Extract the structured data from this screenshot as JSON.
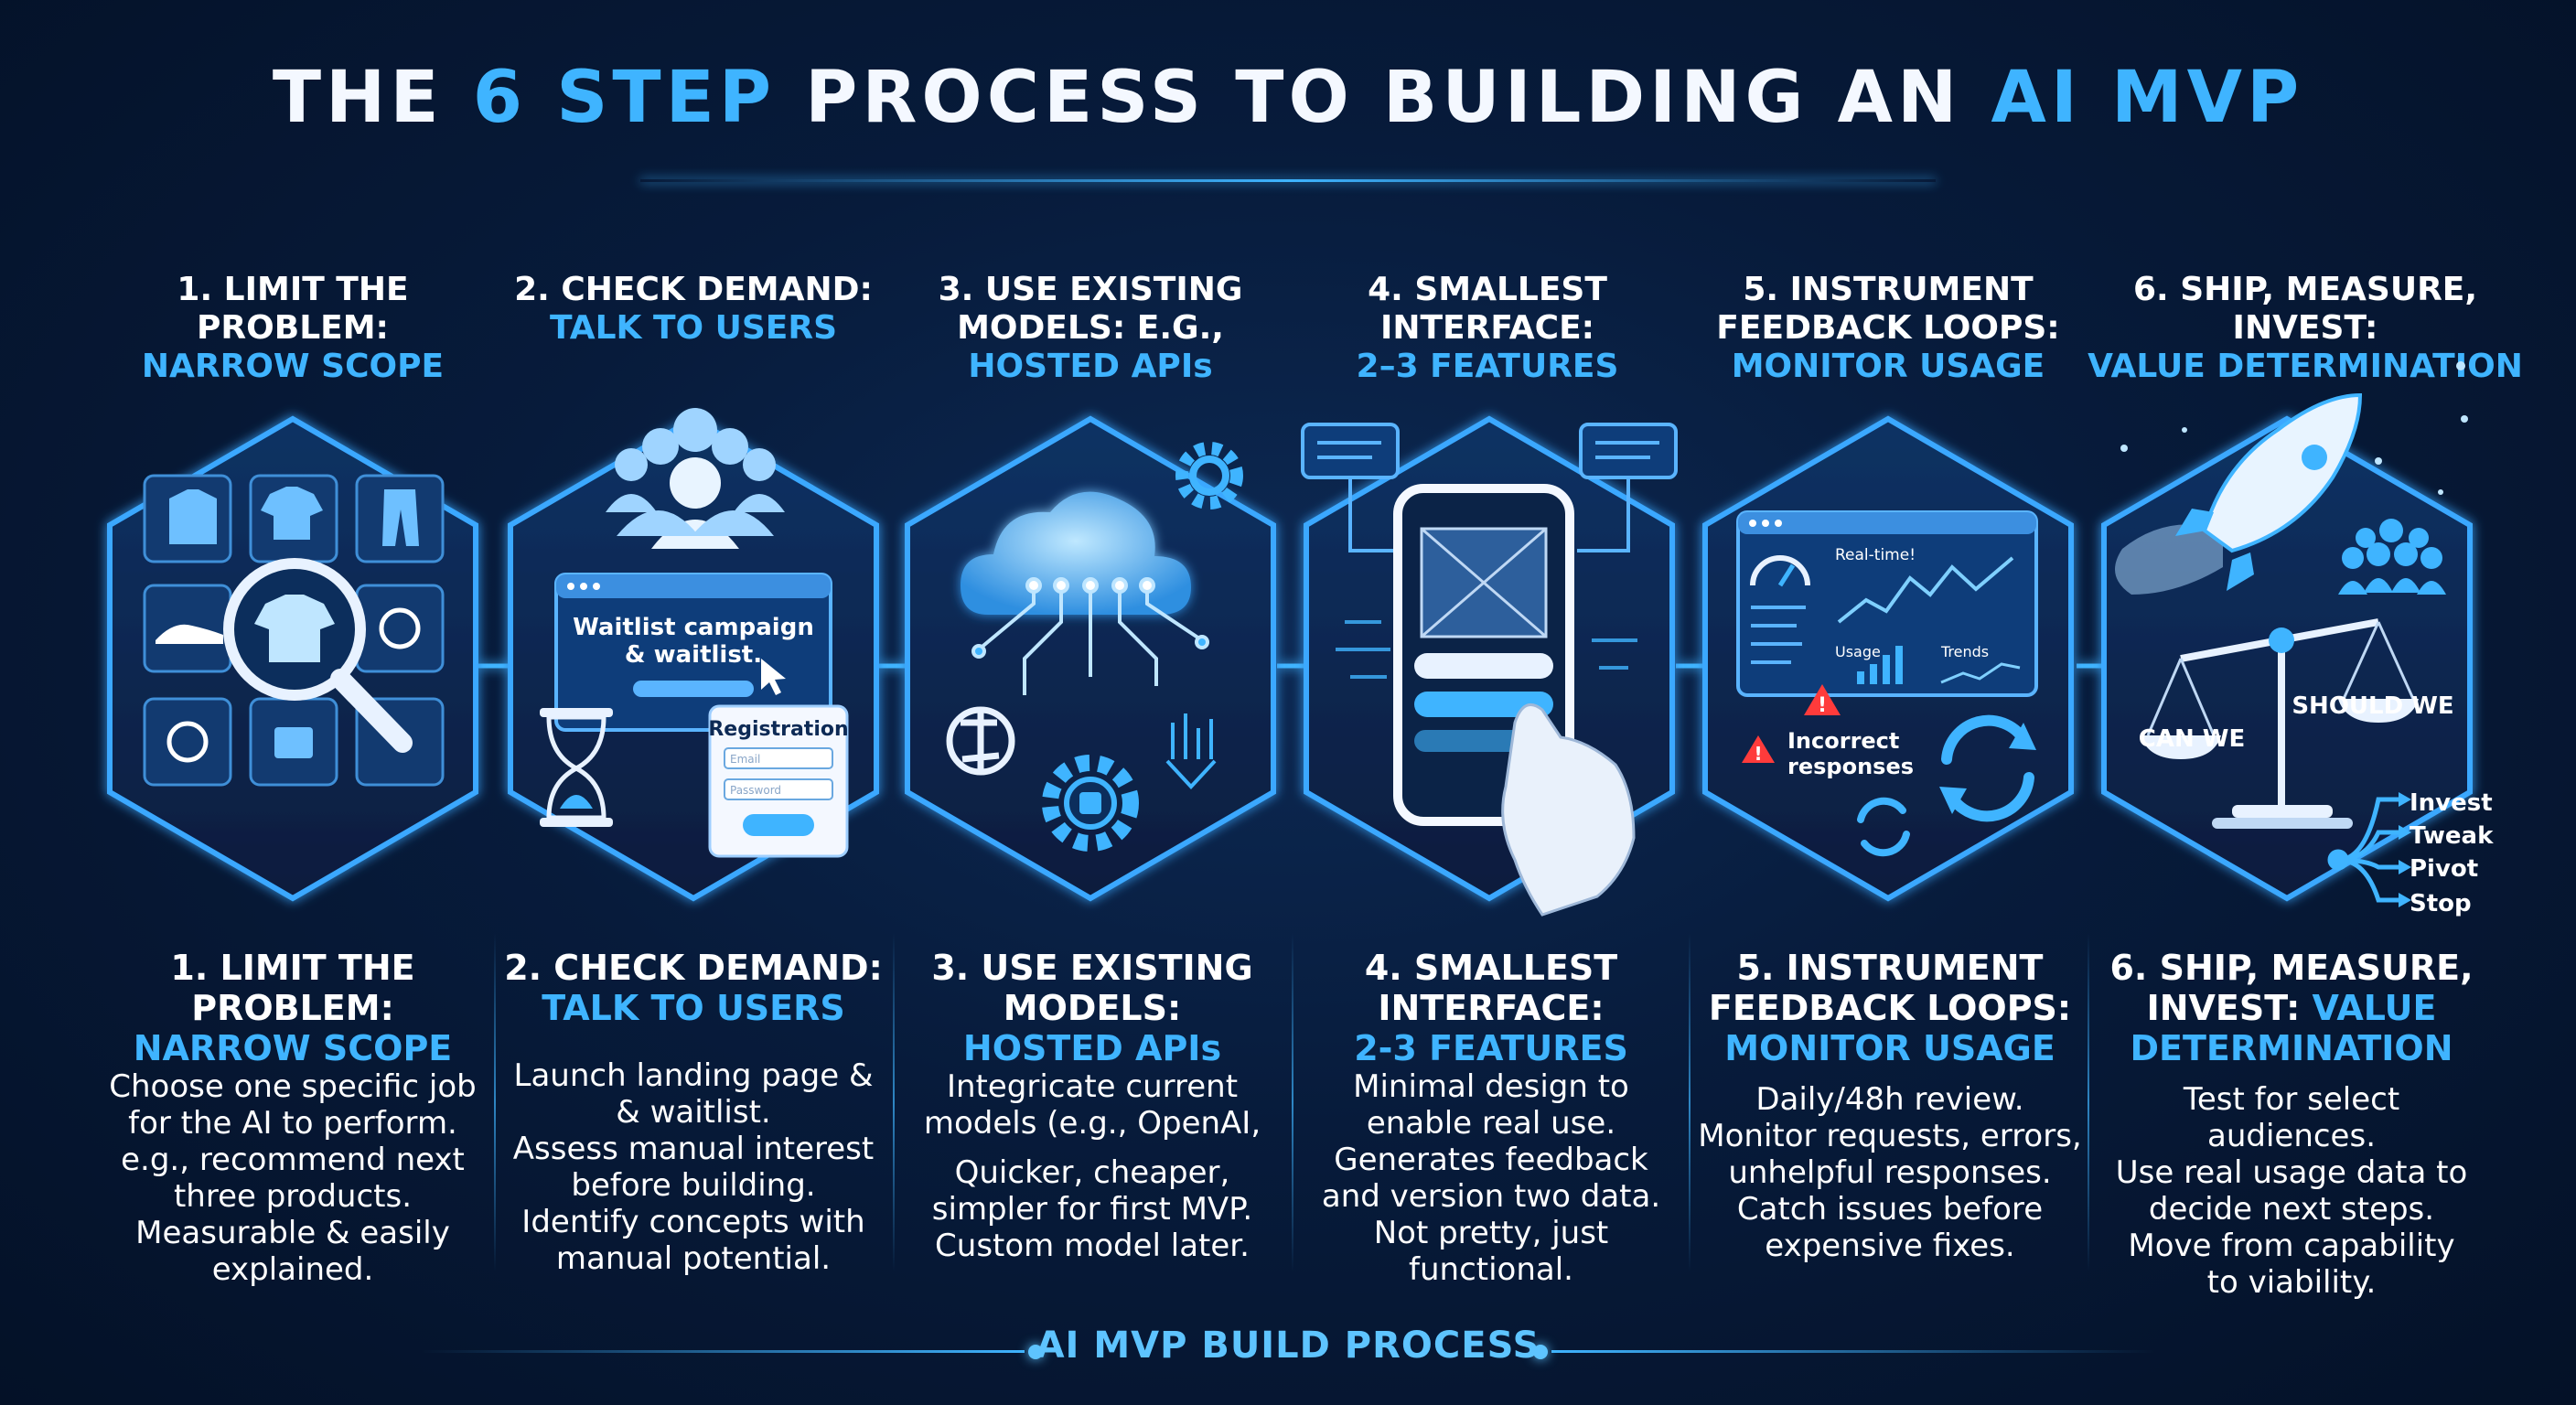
{
  "title": {
    "pre": "THE ",
    "hl1": "6 STEP",
    "mid": " PROCESS TO BUILDING AN ",
    "hl2": "AI MVP"
  },
  "steps": [
    {
      "head_l1": "1. LIMIT THE PROBLEM:",
      "head_l2": "NARROW SCOPE",
      "desc_h": [
        "1. LIMIT THE",
        "PROBLEM:"
      ],
      "desc_hb": [
        "NARROW SCOPE"
      ],
      "desc_t": [
        "Choose one specific job",
        "for the AI to perform.",
        "e.g., recommend next",
        "three products.",
        "Measurable & easily",
        "explained."
      ]
    },
    {
      "head_l1": "2. CHECK DEMAND:",
      "head_l2": "TALK TO USERS",
      "desc_h": [
        "2. CHECK DEMAND:"
      ],
      "desc_hb": [
        "TALK TO USERS"
      ],
      "desc_t": [
        "Launch landing page &",
        "& waitlist.",
        "Assess manual interest",
        "before building.",
        "Identify concepts with",
        "manual potential."
      ],
      "card_text": [
        "Waitlist campaign",
        "& waitlist."
      ],
      "reg_title": "Registration",
      "reg_f1": "Email",
      "reg_f2": "Password"
    },
    {
      "head_l1": "3. USE EXISTING",
      "head_l1b": "MODELS: E.G.,",
      "head_l2": "HOSTED APIs",
      "desc_h": [
        "3. USE EXISTING",
        "MODELS:"
      ],
      "desc_hb": [
        "HOSTED APIs"
      ],
      "desc_t": [
        "Integricate current",
        "models (e.g., OpenAI,",
        "",
        "Quicker, cheaper,",
        "simpler for first MVP.",
        "Custom model later."
      ]
    },
    {
      "head_l1": "4. SMALLEST",
      "head_l1b": "INTERFACE:",
      "head_l2": "2–3 FEATURES",
      "desc_h": [
        "4. SMALLEST",
        "INTERFACE:"
      ],
      "desc_hb": [
        "2-3 FEATURES"
      ],
      "desc_t": [
        "Minimal design to",
        "enable real use.",
        "Generates feedback",
        "and version two data.",
        "Not pretty, just",
        "functional."
      ]
    },
    {
      "head_l1": "5. INSTRUMENT",
      "head_l1b": "FEEDBACK LOOPS:",
      "head_l2": "MONITOR USAGE",
      "desc_h": [
        "5. INSTRUMENT",
        "FEEDBACK LOOPS:"
      ],
      "desc_hb": [
        "MONITOR USAGE"
      ],
      "desc_t": [
        "Daily/48h review.",
        "Monitor requests, errors,",
        "unhelpful responses.",
        "Catch issues before",
        "expensive fixes."
      ],
      "dash_realtime": "Real-time!",
      "dash_usage": "Usage",
      "dash_trends": "Trends",
      "warn": [
        "Incorrect",
        "responses"
      ]
    },
    {
      "head_l1": "6. SHIP, MEASURE, INVEST:",
      "head_l2": "VALUE DETERMINATION",
      "desc_h": [
        "6. SHIP, MEASURE,"
      ],
      "desc_mixed": {
        "w": "INVEST: ",
        "b": "VALUE"
      },
      "desc_hb": [
        "DETERMINATION"
      ],
      "desc_t": [
        "Test for select audiences.",
        "Use real usage data to",
        "decide next steps.",
        "Move from capability",
        "to viability."
      ],
      "can_we": "CAN WE",
      "should_we": "SHOULD WE",
      "options": [
        "Invest",
        "Tweak",
        "Pivot",
        "Stop"
      ]
    }
  ],
  "footer": "AI MVP BUILD PROCESS",
  "colors": {
    "accent": "#3fb4ff",
    "bg": "#071b3b",
    "hex_stroke": "#3aa8ff"
  }
}
